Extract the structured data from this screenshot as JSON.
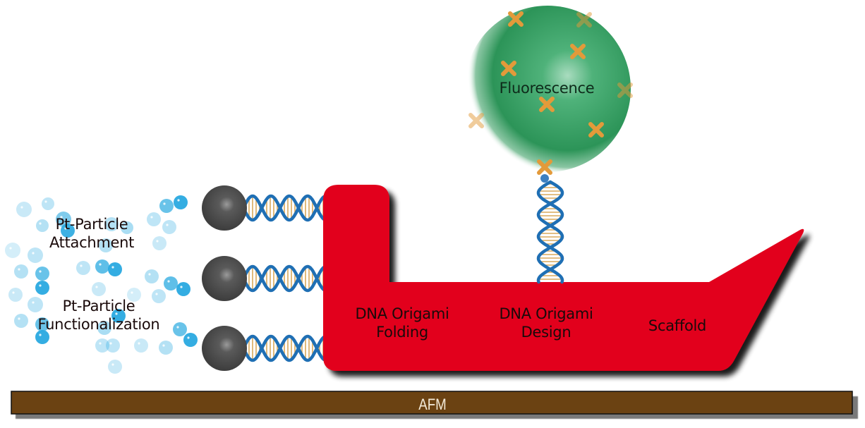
{
  "title": "DNA origami scaffold diagram",
  "labels": {
    "fluorescence": "Fluorescence",
    "pt_attachment": [
      "Pt-Particle",
      "Attachment"
    ],
    "pt_functionalization": [
      "Pt-Particle",
      "Functionalization"
    ],
    "origami_folding": [
      "DNA Origami",
      "Folding"
    ],
    "origami_design": [
      "DNA Origami",
      "Design"
    ],
    "scaffold": "Scaffold",
    "afm": "AFM"
  },
  "colors": {
    "scaffold_red": "#e2061b",
    "afm_brown": "#6b4212",
    "sphere_green": "#2f9a5c",
    "marker_orange": "#e39a3a",
    "dna_blue": "#1f6fb4",
    "dna_base": "#d9a85c",
    "pt_particle_gray": "#4e4e4e",
    "bubble_blue": "#29a9e0"
  },
  "components": {
    "pt_particles": 3,
    "dna_linkers": 3,
    "fluorescence_markers": 9
  }
}
